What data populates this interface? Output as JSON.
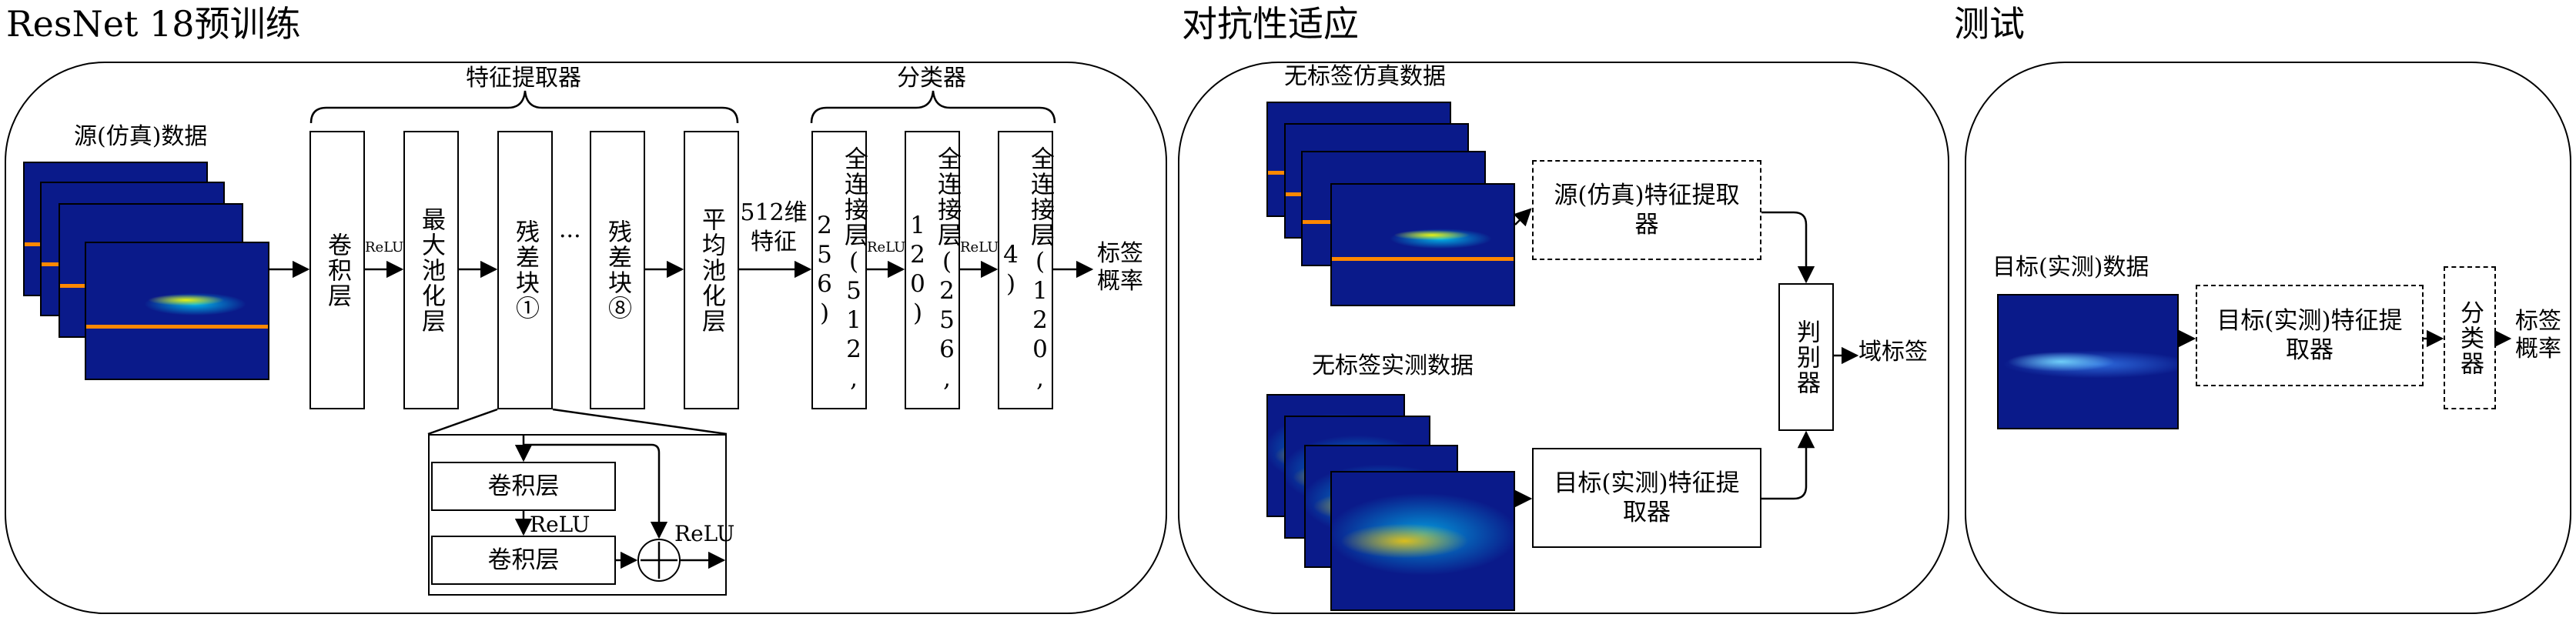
{
  "sections": {
    "pretrain_title": "ResNet 18预训练",
    "adapt_title": "对抗性适应",
    "test_title": "测试"
  },
  "pretrain": {
    "input_label": "源(仿真)数据",
    "feature_extractor_label": "特征提取器",
    "classifier_label": "分类器",
    "blocks": {
      "conv": "卷积层",
      "maxpool": "最大池化层",
      "res1": "残差块①",
      "ellipsis": "···",
      "res8": "残差块⑧",
      "avgpool": "平均池化层",
      "fc1": "全连接层(512, 256)",
      "fc2": "全连接层(256, 120)",
      "fc3": "全连接层(120, 4)"
    },
    "feature_label": "512维特征",
    "output_label": "标签概率",
    "relu": "ReLU",
    "residual": {
      "conv_a": "卷积层",
      "conv_b": "卷积层",
      "relu_mid": "ReLU",
      "relu_out": "ReLU"
    }
  },
  "adapt": {
    "sim_label": "无标签仿真数据",
    "real_label": "无标签实测数据",
    "source_fe": "源(仿真)特征提取器",
    "target_fe": "目标(实测)特征提取器",
    "discriminator": "判别器",
    "domain_label": "域标签"
  },
  "test": {
    "input_label": "目标(实测)数据",
    "target_fe": "目标(实测)特征提取器",
    "classifier": "分类器",
    "output_label": "标签概率"
  }
}
